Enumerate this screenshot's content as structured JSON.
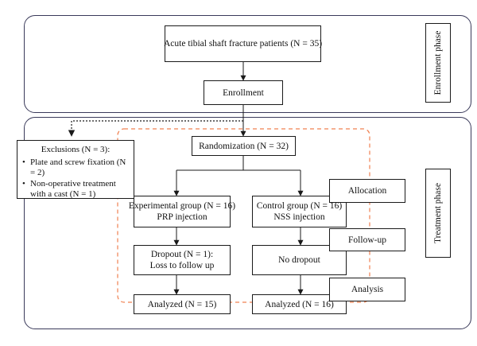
{
  "phases": {
    "enrollment": "Enrollment phase",
    "treatment": "Treatment phase"
  },
  "boxes": {
    "patients": "Acute tibial shaft fracture patients (N = 35)",
    "enrollment": "Enrollment",
    "randomization": "Randomization (N = 32)",
    "experimental_line1": "Experimental group (N = 16)",
    "experimental_line2": "PRP injection",
    "control_line1": "Control group (N = 16)",
    "control_line2": "NSS injection",
    "dropout_line1": "Dropout (N = 1):",
    "dropout_line2": "Loss to follow up",
    "no_dropout": "No dropout",
    "analyzed_exp": "Analyzed (N = 15)",
    "analyzed_ctrl": "Analyzed (N = 16)"
  },
  "exclusions": {
    "title": "Exclusions (N = 3):",
    "items": [
      "Plate and screw fixation (N = 2)",
      "Non-operative treatment with a cast (N = 1)"
    ]
  },
  "stage_tags": {
    "allocation": "Allocation",
    "follow_up": "Follow-up",
    "analysis": "Analysis"
  }
}
